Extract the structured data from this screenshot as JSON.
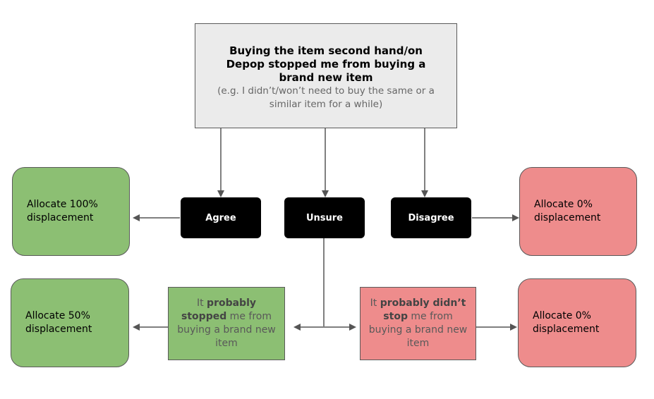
{
  "question": {
    "title": "Buying the item second hand/on Depop stopped me from buying a brand new item",
    "subtitle": "(e.g. I didn’t/won’t need to buy the same or a similar item for a while)"
  },
  "answers": {
    "agree": "Agree",
    "unsure": "Unsure",
    "disagree": "Disagree"
  },
  "outcomes": {
    "agree": "Allocate 100% displacement",
    "disagree": "Allocate 0% displacement",
    "stopped": "Allocate 50% displacement",
    "not_stopped": "Allocate 0% displacement"
  },
  "unsure_branches": {
    "stopped": {
      "prefix": "It ",
      "bold": "probably stopped",
      "suffix": " me from buying a brand new item"
    },
    "not_stopped": {
      "prefix": "It ",
      "bold": "probably didn’t stop",
      "suffix": " me from buying a brand new item"
    }
  },
  "colors": {
    "green": "#8cbf73",
    "red": "#ee8c8c",
    "question_bg": "#ebebeb",
    "answer_bg": "#000000",
    "line": "#555555"
  }
}
